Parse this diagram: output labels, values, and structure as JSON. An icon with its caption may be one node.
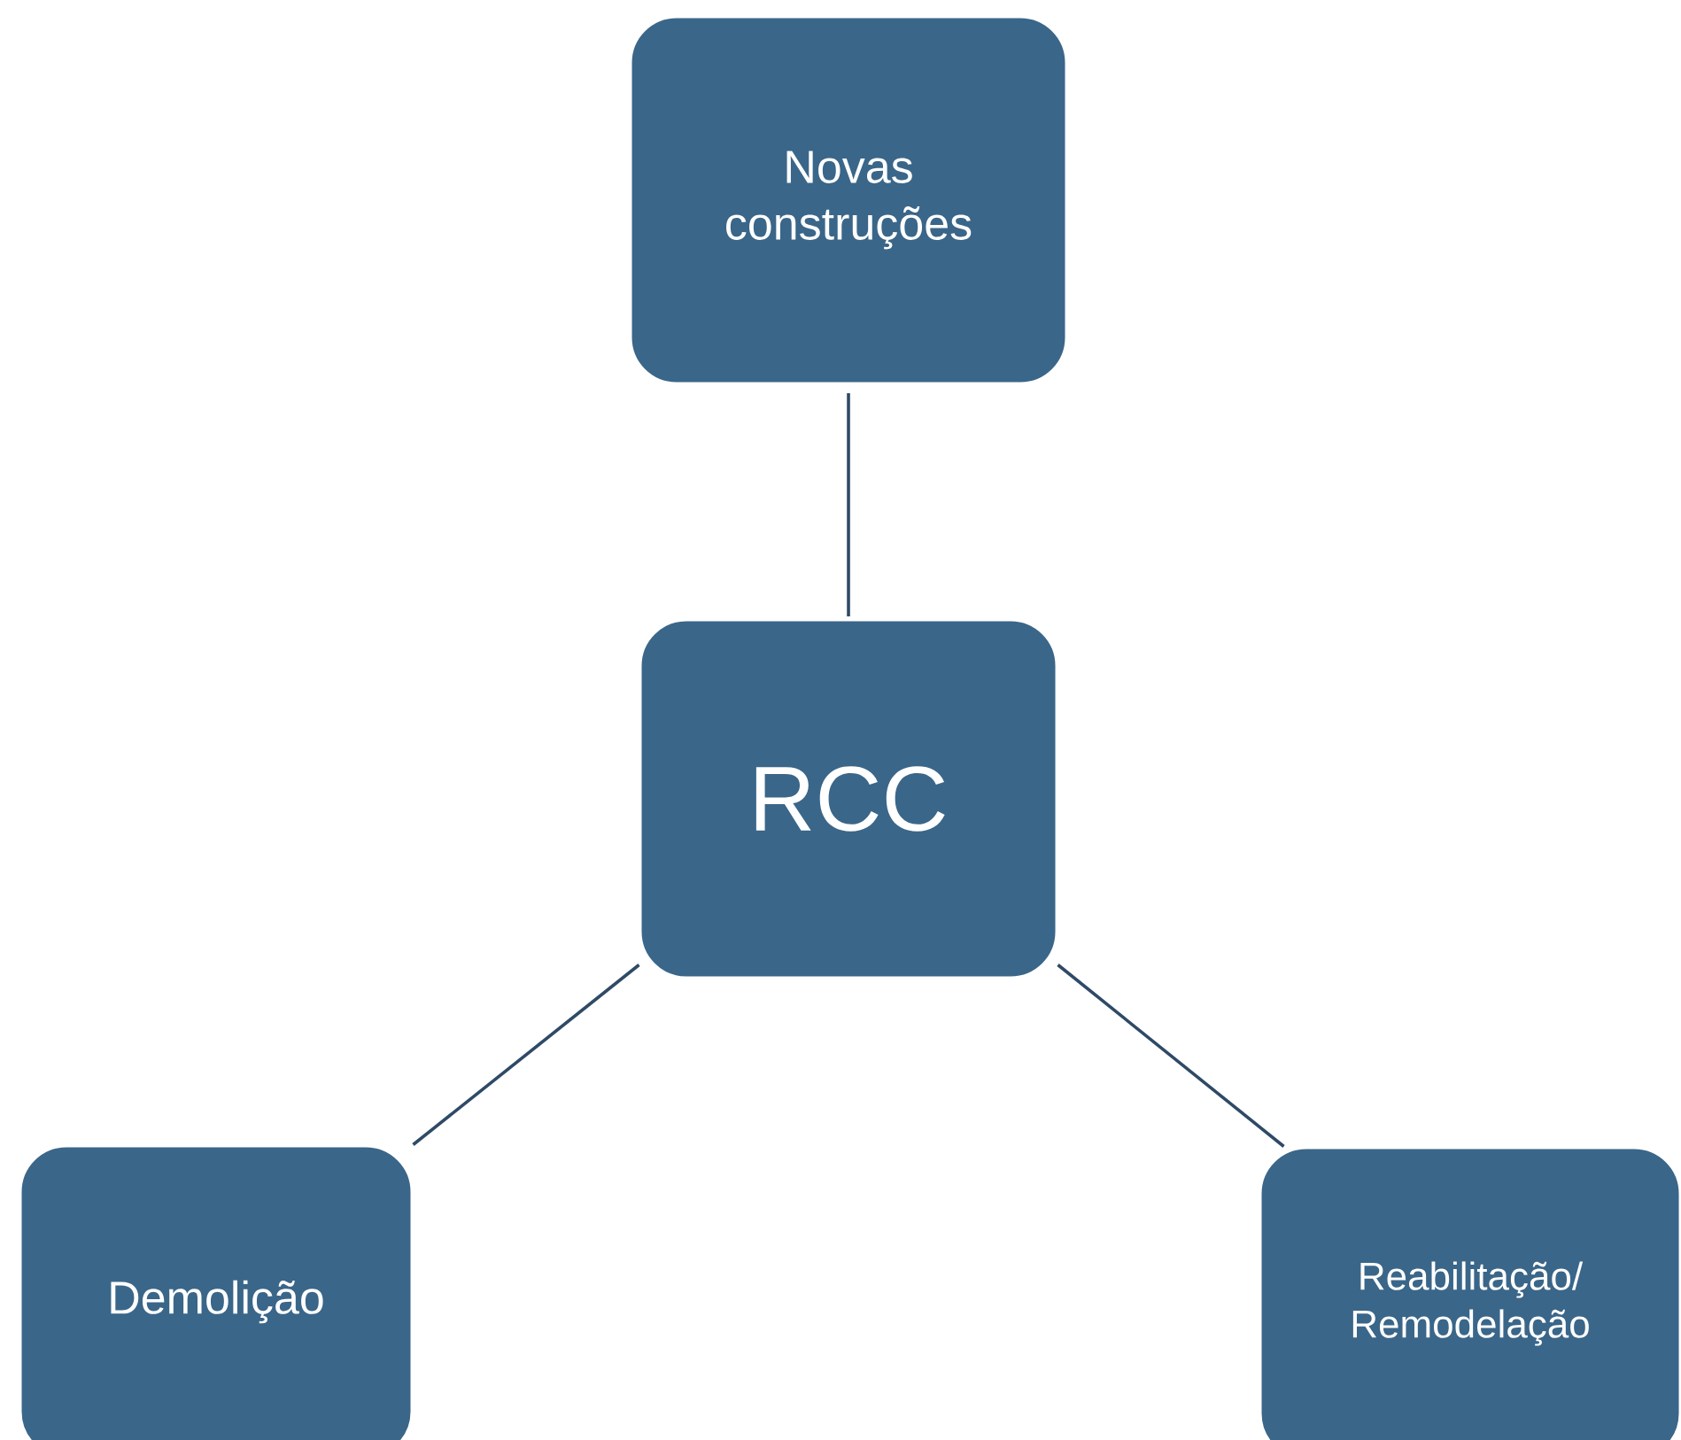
{
  "diagram": {
    "nodes": [
      {
        "text": [
          "Novas construções"
        ]
      },
      {
        "text": [
          "RCC"
        ]
      },
      {
        "text": [
          "Demolição"
        ]
      },
      {
        "text": [
          "Reabilitação/ Remodelação"
        ]
      }
    ],
    "edges": [
      {
        "from": 1,
        "to": 0,
        "arrow": "none"
      },
      {
        "from": 1,
        "to": 2,
        "arrow": "none"
      },
      {
        "from": 1,
        "to": 3,
        "arrow": "none"
      }
    ]
  }
}
